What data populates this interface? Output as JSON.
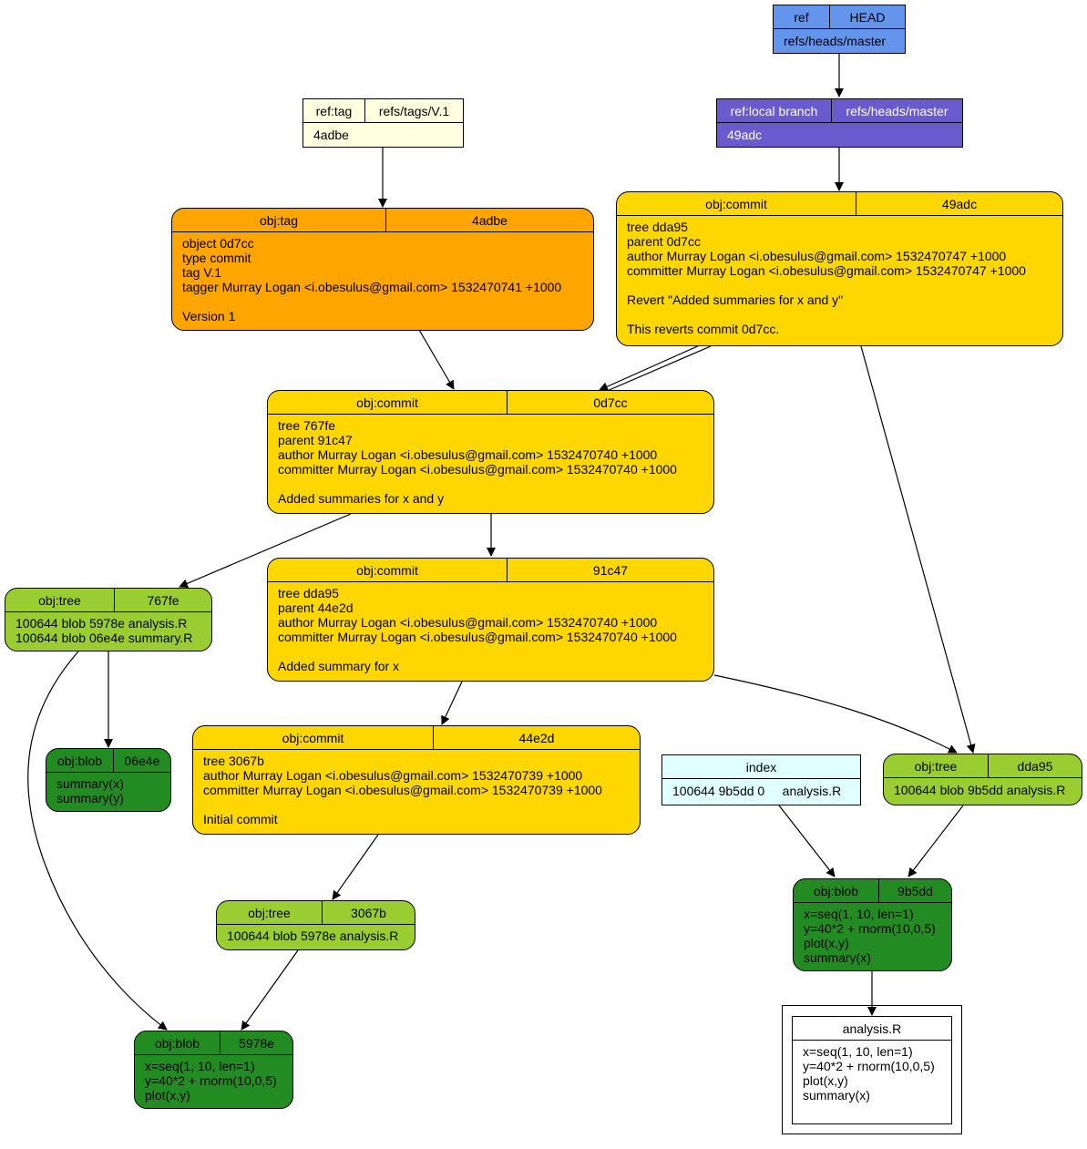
{
  "nodes": {
    "head": {
      "k1": "ref",
      "k2": "HEAD",
      "lines": [
        "refs/heads/master"
      ],
      "color": "#6495ED"
    },
    "master": {
      "k1": "ref:local branch",
      "k2": "refs/heads/master",
      "lines": [
        "49adc"
      ],
      "color": "#6A5ACD"
    },
    "tag_ref": {
      "k1": "ref:tag",
      "k2": "refs/tags/V.1",
      "lines": [
        "4adbe"
      ],
      "color": "#FFFFE0"
    },
    "tag_obj": {
      "k1": "obj:tag",
      "k2": "4adbe",
      "lines": [
        "object 0d7cc",
        "type commit",
        "tag V.1",
        "tagger Murray Logan <i.obesulus@gmail.com> 1532470741 +1000",
        "",
        "Version 1"
      ],
      "color": "#FFA500"
    },
    "c49adc": {
      "k1": "obj:commit",
      "k2": "49adc",
      "lines": [
        "tree dda95",
        "parent 0d7cc",
        "author Murray Logan <i.obesulus@gmail.com> 1532470747 +1000",
        "committer Murray Logan <i.obesulus@gmail.com> 1532470747 +1000",
        "",
        "Revert \"Added summaries for x and y\"",
        "",
        "This reverts commit 0d7cc."
      ],
      "color": "#FFD700"
    },
    "c0d7cc": {
      "k1": "obj:commit",
      "k2": "0d7cc",
      "lines": [
        "tree 767fe",
        "parent 91c47",
        "author Murray Logan <i.obesulus@gmail.com> 1532470740 +1000",
        "committer Murray Logan <i.obesulus@gmail.com> 1532470740 +1000",
        "",
        "Added summaries for x and y"
      ],
      "color": "#FFD700"
    },
    "c91c47": {
      "k1": "obj:commit",
      "k2": "91c47",
      "lines": [
        "tree dda95",
        "parent 44e2d",
        "author Murray Logan <i.obesulus@gmail.com> 1532470740 +1000",
        "committer Murray Logan <i.obesulus@gmail.com> 1532470740 +1000",
        "",
        "Added summary for x"
      ],
      "color": "#FFD700"
    },
    "c44e2d": {
      "k1": "obj:commit",
      "k2": "44e2d",
      "lines": [
        "tree 3067b",
        "author Murray Logan <i.obesulus@gmail.com> 1532470739 +1000",
        "committer Murray Logan <i.obesulus@gmail.com> 1532470739 +1000",
        "",
        "Initial commit"
      ],
      "color": "#FFD700"
    },
    "t767fe": {
      "k1": "obj:tree",
      "k2": "767fe",
      "lines": [
        "100644 blob 5978e analysis.R",
        "100644 blob 06e4e summary.R"
      ],
      "color": "#9ACD32"
    },
    "tdda95": {
      "k1": "obj:tree",
      "k2": "dda95",
      "lines": [
        "100644 blob 9b5dd analysis.R"
      ],
      "color": "#9ACD32"
    },
    "t3067b": {
      "k1": "obj:tree",
      "k2": "3067b",
      "lines": [
        "100644 blob 5978e analysis.R"
      ],
      "color": "#9ACD32"
    },
    "b06e4e": {
      "k1": "obj:blob",
      "k2": "06e4e",
      "lines": [
        "summary(x)",
        "summary(y)"
      ],
      "color": "#228B22"
    },
    "b9b5dd": {
      "k1": "obj:blob",
      "k2": "9b5dd",
      "lines": [
        "x=seq(1, 10, len=1)",
        "y=40*2 + rnorm(10,0,5)",
        "plot(x,y)",
        "summary(x)"
      ],
      "color": "#228B22"
    },
    "b5978e": {
      "k1": "obj:blob",
      "k2": "5978e",
      "lines": [
        "x=seq(1, 10, len=1)",
        "y=40*2 + rnorm(10,0,5)",
        "plot(x,y)"
      ],
      "color": "#228B22"
    },
    "index": {
      "k1": "index",
      "lines": [
        "100644 9b5dd 0     analysis.R"
      ],
      "color": "#E0FFFF"
    },
    "workfile": {
      "k1": "analysis.R",
      "lines": [
        "x=seq(1, 10, len=1)",
        "y=40*2 + rnorm(10,0,5)",
        "plot(x,y)",
        "summary(x)"
      ],
      "color": "#FFFFFF"
    }
  }
}
